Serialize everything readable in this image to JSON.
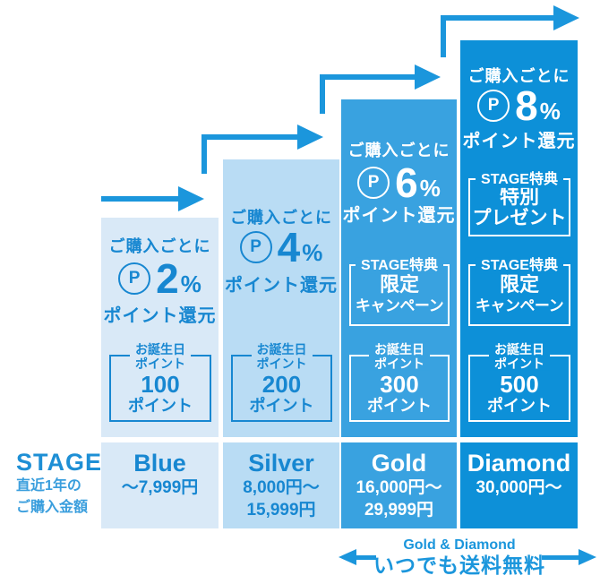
{
  "colors": {
    "accent": "#1787d1",
    "accent_strong": "#1e8fd5",
    "accent_soft": "#3a9edd",
    "arrow": "#1b96dc",
    "tier_blue_bg": "#d9e9f7",
    "tier_silver_bg": "#b9dcf4",
    "tier_gold_bg": "#39a2e0",
    "tier_diamond_bg": "#0d90d8",
    "white_text": "#ffffff"
  },
  "side_header": {
    "stage_label": "STAGE",
    "period_line1": "直近1年の",
    "period_line2": "ご購入金額"
  },
  "tiers": [
    {
      "name": "Blue",
      "purchase_label": "ご購入ごとに",
      "point_icon": "P",
      "percent_value": "2",
      "percent_unit": "%",
      "reward_label": "ポイント還元",
      "benefit_boxes": [],
      "birthday": {
        "label_line1": "お誕生日",
        "label_line2": "ポイント",
        "value": "100",
        "unit": "ポイント"
      },
      "range_lines": [
        "〜7,999円"
      ]
    },
    {
      "name": "Silver",
      "purchase_label": "ご購入ごとに",
      "point_icon": "P",
      "percent_value": "4",
      "percent_unit": "%",
      "reward_label": "ポイント還元",
      "benefit_boxes": [],
      "birthday": {
        "label_line1": "お誕生日",
        "label_line2": "ポイント",
        "value": "200",
        "unit": "ポイント"
      },
      "range_lines": [
        "8,000円〜",
        "15,999円"
      ]
    },
    {
      "name": "Gold",
      "purchase_label": "ご購入ごとに",
      "point_icon": "P",
      "percent_value": "6",
      "percent_unit": "%",
      "reward_label": "ポイント還元",
      "benefit_boxes": [
        {
          "tag": "STAGE特典",
          "line1": "限定",
          "line2": "キャンペーン"
        }
      ],
      "birthday": {
        "label_line1": "お誕生日",
        "label_line2": "ポイント",
        "value": "300",
        "unit": "ポイント"
      },
      "range_lines": [
        "16,000円〜",
        "29,999円"
      ]
    },
    {
      "name": "Diamond",
      "purchase_label": "ご購入ごとに",
      "point_icon": "P",
      "percent_value": "8",
      "percent_unit": "%",
      "reward_label": "ポイント還元",
      "benefit_boxes": [
        {
          "tag": "STAGE特典",
          "line1": "特別",
          "line2": "プレゼント"
        },
        {
          "tag": "STAGE特典",
          "line1": "限定",
          "line2": "キャンペーン"
        }
      ],
      "birthday": {
        "label_line1": "お誕生日",
        "label_line2": "ポイント",
        "value": "500",
        "unit": "ポイント"
      },
      "range_lines": [
        "30,000円〜"
      ]
    }
  ],
  "footer": {
    "subtitle": "Gold & Diamond",
    "title": "いつでも送料無料"
  }
}
